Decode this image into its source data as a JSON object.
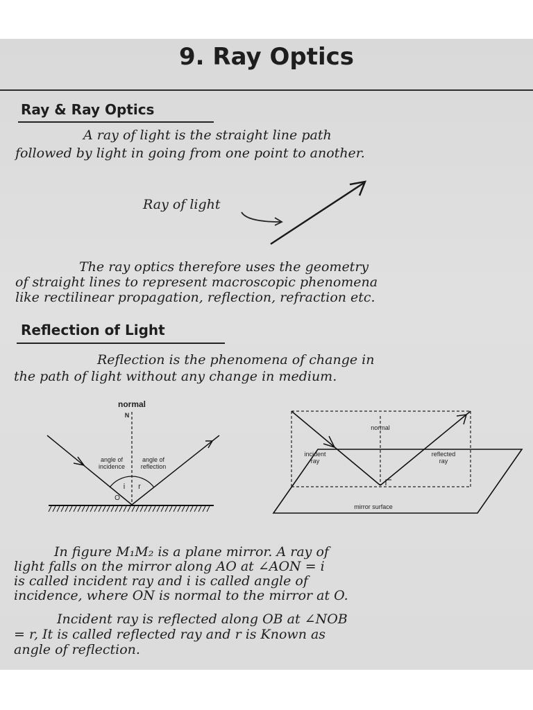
{
  "title": "9. Ray Optics",
  "section1": {
    "heading": "Ray & Ray Optics",
    "para1": [
      "A ray of light is the straight line path",
      "followed by light in going from one point to another."
    ],
    "ray_label": "Ray of light",
    "para2": [
      "The ray optics therefore uses the geometry",
      "of straight lines to represent macroscopic phenomena",
      "like rectilinear propagation, reflection, refraction etc."
    ]
  },
  "section2": {
    "heading": "Reflection of Light",
    "para1": [
      "Reflection is the phenomena of change in",
      "the path of light without any change in medium."
    ]
  },
  "diagram_left": {
    "normal_label": "normal",
    "n_label": "N",
    "incidence_label": [
      "angle of",
      "incidence"
    ],
    "reflection_label": [
      "angle of",
      "reflection"
    ],
    "i_label": "i",
    "r_label": "r",
    "o_label": "O"
  },
  "diagram_right": {
    "normal_label": "normal",
    "incident_label": [
      "incident",
      "ray"
    ],
    "reflected_label": [
      "reflected",
      "ray"
    ],
    "mirror_label": "mirror surface"
  },
  "para3": [
    "In figure M₁M₂ is a plane mirror. A ray of",
    "light falls on the mirror along AO at ∠AON = i",
    "is called incident ray and i is called angle of",
    "incidence, where ON is normal to the mirror at O."
  ],
  "para4": [
    "Incident ray is reflected along OB at ∠NOB",
    "= r, It is called reflected ray and r is Known as",
    "angle of reflection."
  ]
}
